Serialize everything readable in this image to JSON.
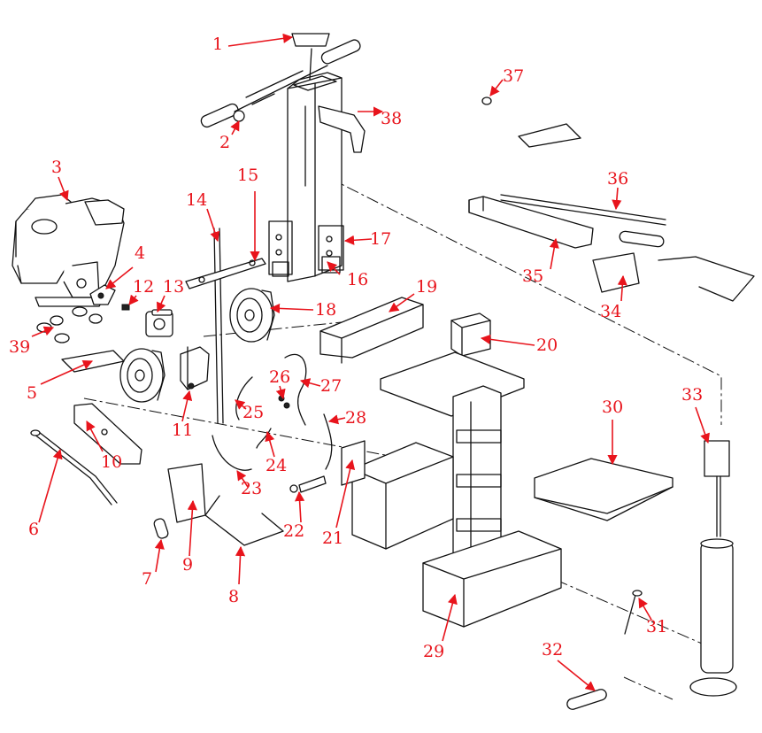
{
  "diagram": {
    "callouts": [
      {
        "id": "c1",
        "label": "1"
      },
      {
        "id": "c2",
        "label": "2"
      },
      {
        "id": "c3",
        "label": "3"
      },
      {
        "id": "c4",
        "label": "4"
      },
      {
        "id": "c5",
        "label": "5"
      },
      {
        "id": "c6",
        "label": "6"
      },
      {
        "id": "c7",
        "label": "7"
      },
      {
        "id": "c8",
        "label": "8"
      },
      {
        "id": "c9",
        "label": "9"
      },
      {
        "id": "c10",
        "label": "10"
      },
      {
        "id": "c11",
        "label": "11"
      },
      {
        "id": "c12",
        "label": "12"
      },
      {
        "id": "c13",
        "label": "13"
      },
      {
        "id": "c14",
        "label": "14"
      },
      {
        "id": "c15",
        "label": "15"
      },
      {
        "id": "c16",
        "label": "16"
      },
      {
        "id": "c17",
        "label": "17"
      },
      {
        "id": "c18",
        "label": "18"
      },
      {
        "id": "c19",
        "label": "19"
      },
      {
        "id": "c20",
        "label": "20"
      },
      {
        "id": "c21",
        "label": "21"
      },
      {
        "id": "c22",
        "label": "22"
      },
      {
        "id": "c23",
        "label": "23"
      },
      {
        "id": "c24",
        "label": "24"
      },
      {
        "id": "c25",
        "label": "25"
      },
      {
        "id": "c26",
        "label": "26"
      },
      {
        "id": "c27",
        "label": "27"
      },
      {
        "id": "c28",
        "label": "28"
      },
      {
        "id": "c29",
        "label": "29"
      },
      {
        "id": "c30",
        "label": "30"
      },
      {
        "id": "c31",
        "label": "31"
      },
      {
        "id": "c32",
        "label": "32"
      },
      {
        "id": "c33",
        "label": "33"
      },
      {
        "id": "c34",
        "label": "34"
      },
      {
        "id": "c35",
        "label": "35"
      },
      {
        "id": "c36",
        "label": "36"
      },
      {
        "id": "c37",
        "label": "37"
      },
      {
        "id": "c38",
        "label": "38"
      },
      {
        "id": "c39",
        "label": "39"
      }
    ],
    "colors": {
      "callout": "#e8141c",
      "linework": "#111111",
      "background": "#ffffff"
    }
  }
}
